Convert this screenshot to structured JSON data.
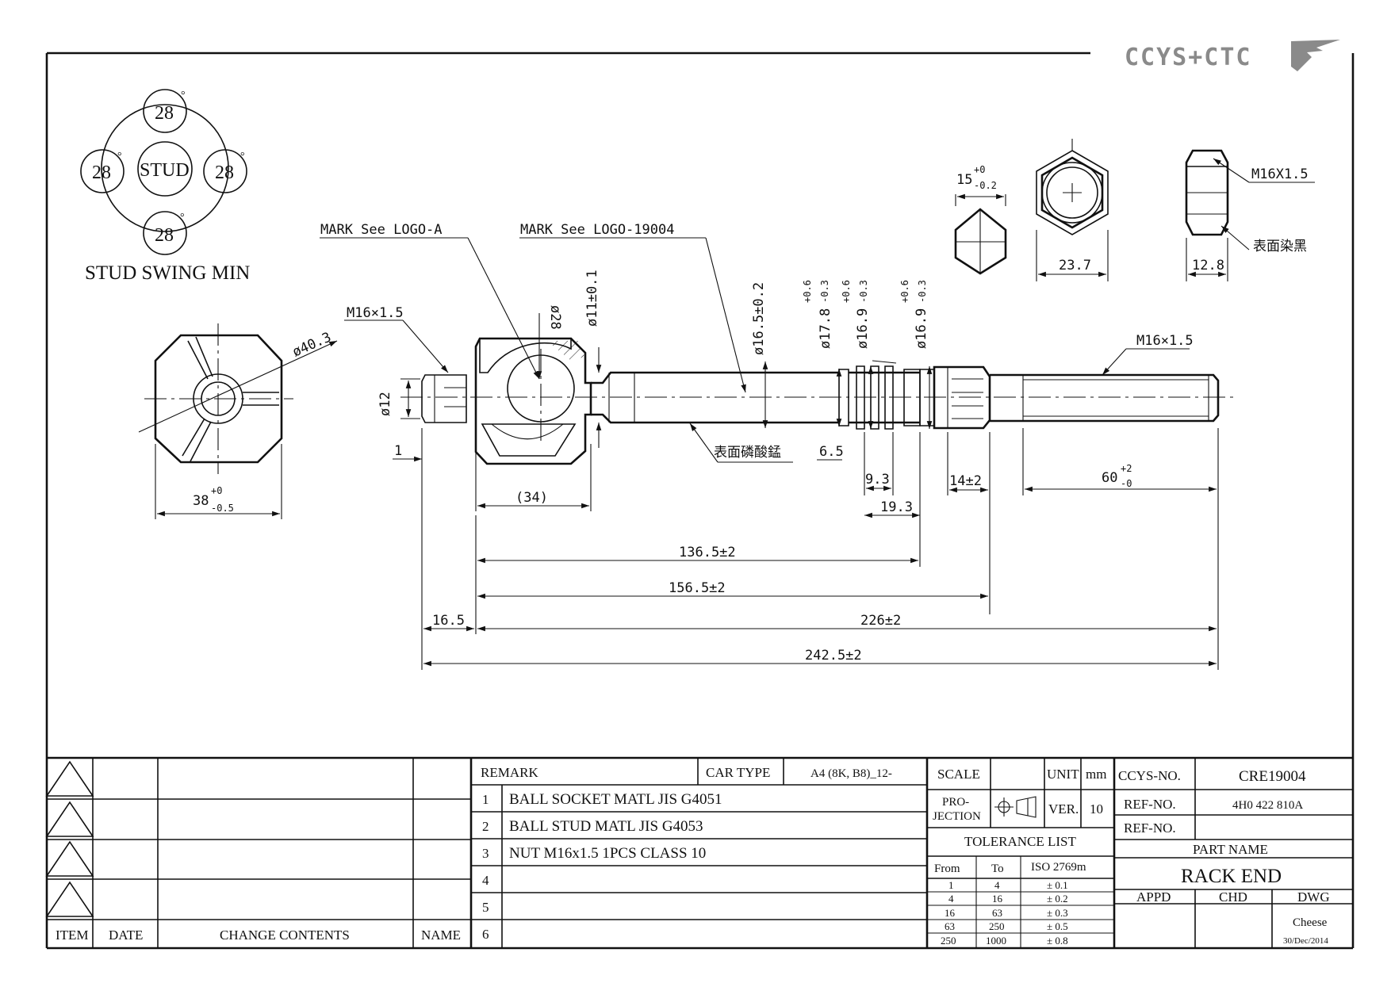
{
  "brand": {
    "logo_text": "CCYS+CTC",
    "logo_color": "#8a8a8a"
  },
  "stud_swing": {
    "top": "28",
    "left": "28",
    "right": "28",
    "bottom": "28",
    "degree_symbol": "°",
    "center_label": "STUD",
    "caption": "STUD SWING MIN"
  },
  "marks": {
    "logo_a": "MARK See LOGO-A",
    "logo_19004": "MARK See LOGO-19004"
  },
  "dims": {
    "m16_left": "M16×1.5",
    "m16_right": "M16×1.5",
    "dia_40_3": "ø40.3",
    "d38": "38",
    "d38_tol_up": "+0",
    "d38_tol_dn": "-0.5",
    "d28": "ø28",
    "d11": "ø11±0.1",
    "d16_5": "ø16.5±0.2",
    "d17_8": "ø17.8",
    "d17_8_up": "+0.6",
    "d17_8_dn": "-0.3",
    "d16_9a": "ø16.9",
    "d16_9a_up": "+0.6",
    "d16_9a_dn": "-0.3",
    "d16_9b": "ø16.9",
    "d16_9b_up": "+0.6",
    "d16_9b_dn": "-0.3",
    "d12": "ø12",
    "one": "1",
    "l34": "(34)",
    "surface_phosphate": "表面磷酸錳",
    "l6_5": "6.5",
    "l9_3": "9.3",
    "l19_3": "19.3",
    "l14": "14±2",
    "l60": "60",
    "l60_up": "+2",
    "l60_dn": "-0",
    "l136_5": "136.5±2",
    "l156_5": "156.5±2",
    "l16_5": "16.5",
    "l226": "226±2",
    "l242_5": "242.5±2",
    "n15": "15",
    "n15_up": "+0",
    "n15_dn": "-0.2",
    "n23_7": "23.7",
    "n12_8": "12.8",
    "m16x15": "M16X1.5",
    "surface_black": "表面染黑"
  },
  "revision_table": {
    "headers": [
      "ITEM",
      "DATE",
      "CHANGE CONTENTS",
      "NAME"
    ]
  },
  "remark_table": {
    "remark_label": "REMARK",
    "car_type_label": "CAR TYPE",
    "car_type_value": "A4 (8K, B8)_12-",
    "rows": [
      {
        "no": "1",
        "text": "BALL SOCKET MATL JIS G4051"
      },
      {
        "no": "2",
        "text": "BALL STUD MATL JIS G4053"
      },
      {
        "no": "3",
        "text": "NUT M16x1.5 1PCS CLASS 10"
      },
      {
        "no": "4",
        "text": ""
      },
      {
        "no": "5",
        "text": ""
      },
      {
        "no": "6",
        "text": ""
      }
    ]
  },
  "scale_block": {
    "scale_label": "SCALE",
    "scale_value": "",
    "unit_label": "UNIT",
    "unit_value": "mm",
    "projection_label_1": "PRO-",
    "projection_label_2": "JECTION",
    "ver_label": "VER.",
    "ver_value": "10",
    "tolerance_title": "TOLERANCE LIST",
    "tol_headers": [
      "From",
      "To",
      "ISO 2769m"
    ],
    "tol_rows": [
      [
        "1",
        "4",
        "± 0.1"
      ],
      [
        "4",
        "16",
        "± 0.2"
      ],
      [
        "16",
        "63",
        "± 0.3"
      ],
      [
        "63",
        "250",
        "± 0.5"
      ],
      [
        "250",
        "1000",
        "± 0.8"
      ]
    ]
  },
  "title_block": {
    "ccys_no_label": "CCYS-NO.",
    "ccys_no_value": "CRE19004",
    "ref_no_label": "REF-NO.",
    "ref_no_value": "4H0 422 810A",
    "ref_no2_label": "REF-NO.",
    "ref_no2_value": "",
    "part_name_label": "PART NAME",
    "part_name_value": "RACK END",
    "appd_label": "APPD",
    "chd_label": "CHD",
    "dwg_label": "DWG",
    "dwg_name": "Cheese",
    "dwg_date": "30/Dec/2014"
  }
}
